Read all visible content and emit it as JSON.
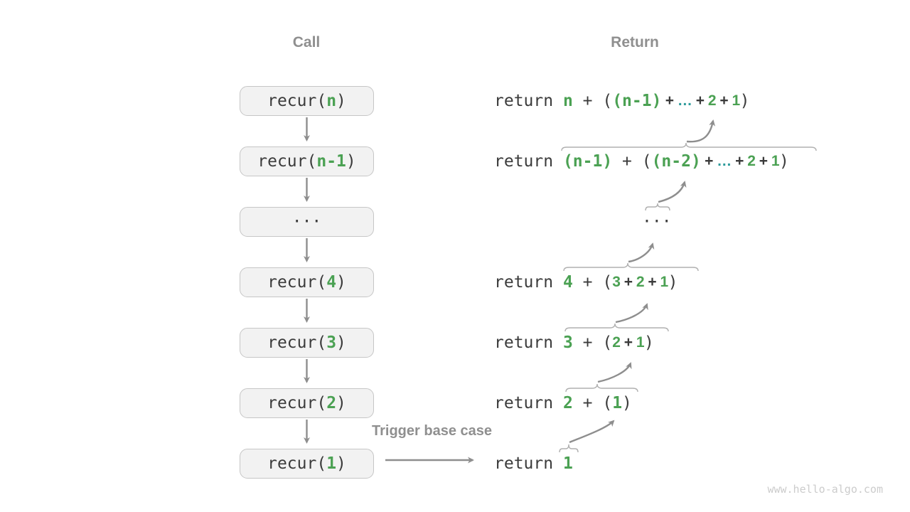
{
  "header": {
    "call": "Call",
    "return": "Return"
  },
  "trigger_label": "Trigger base case",
  "watermark": "www.hello-algo.com",
  "colors": {
    "green": "#4ba153",
    "teal": "#2e9b9b",
    "dark": "#3b3b3b",
    "gray": "#8f8f8f",
    "arrow": "#8e8e8e",
    "brace": "#b0b0b0",
    "box_fill": "#f2f2f2",
    "box_border": "#c6c6c6",
    "watermark": "#cccccc"
  },
  "call_boxes": [
    {
      "name": "recur-n",
      "segments": [
        {
          "t": "recur(",
          "c": "dark"
        },
        {
          "t": "n",
          "c": "green"
        },
        {
          "t": ")",
          "c": "dark"
        }
      ]
    },
    {
      "name": "recur-n-1",
      "segments": [
        {
          "t": "recur(",
          "c": "dark"
        },
        {
          "t": "n-1",
          "c": "green"
        },
        {
          "t": ")",
          "c": "dark"
        }
      ]
    },
    {
      "name": "ellipsis",
      "segments": [
        {
          "t": "···",
          "c": "dark"
        }
      ]
    },
    {
      "name": "recur-4",
      "segments": [
        {
          "t": "recur(",
          "c": "dark"
        },
        {
          "t": "4",
          "c": "green"
        },
        {
          "t": ")",
          "c": "dark"
        }
      ]
    },
    {
      "name": "recur-3",
      "segments": [
        {
          "t": "recur(",
          "c": "dark"
        },
        {
          "t": "3",
          "c": "green"
        },
        {
          "t": ")",
          "c": "dark"
        }
      ]
    },
    {
      "name": "recur-2",
      "segments": [
        {
          "t": "recur(",
          "c": "dark"
        },
        {
          "t": "2",
          "c": "green"
        },
        {
          "t": ")",
          "c": "dark"
        }
      ]
    },
    {
      "name": "recur-1",
      "segments": [
        {
          "t": "recur(",
          "c": "dark"
        },
        {
          "t": "1",
          "c": "green"
        },
        {
          "t": ")",
          "c": "dark"
        }
      ]
    }
  ],
  "return_lines": [
    {
      "name": "return-n",
      "segments": [
        {
          "t": "return ",
          "c": "dark"
        },
        {
          "t": "n",
          "c": "green"
        },
        {
          "t": " + (",
          "c": "dark"
        },
        {
          "t": "(n-1)",
          "c": "green"
        },
        {
          "t": " + ",
          "c": "dark",
          "f": "sans"
        },
        {
          "t": "…",
          "c": "teal",
          "f": "sans"
        },
        {
          "t": " + ",
          "c": "dark",
          "f": "sans"
        },
        {
          "t": "2",
          "c": "green",
          "f": "sans"
        },
        {
          "t": " + ",
          "c": "dark",
          "f": "sans"
        },
        {
          "t": "1",
          "c": "green",
          "f": "sans"
        },
        {
          "t": ")",
          "c": "dark"
        }
      ]
    },
    {
      "name": "return-n-1",
      "segments": [
        {
          "t": "return ",
          "c": "dark"
        },
        {
          "t": "(n-1)",
          "c": "green"
        },
        {
          "t": " + (",
          "c": "dark"
        },
        {
          "t": "(n-2)",
          "c": "green"
        },
        {
          "t": " + ",
          "c": "dark",
          "f": "sans"
        },
        {
          "t": "…",
          "c": "teal",
          "f": "sans"
        },
        {
          "t": " + ",
          "c": "dark",
          "f": "sans"
        },
        {
          "t": "2",
          "c": "green",
          "f": "sans"
        },
        {
          "t": " + ",
          "c": "dark",
          "f": "sans"
        },
        {
          "t": "1",
          "c": "green",
          "f": "sans"
        },
        {
          "t": ")",
          "c": "dark"
        }
      ]
    },
    {
      "name": "return-ellipsis",
      "segments": [
        {
          "t": "···",
          "c": "dark"
        }
      ]
    },
    {
      "name": "return-4",
      "segments": [
        {
          "t": "return ",
          "c": "dark"
        },
        {
          "t": "4",
          "c": "green"
        },
        {
          "t": " + (",
          "c": "dark"
        },
        {
          "t": "3",
          "c": "green",
          "f": "sans"
        },
        {
          "t": " + ",
          "c": "dark",
          "f": "sans"
        },
        {
          "t": "2",
          "c": "green",
          "f": "sans"
        },
        {
          "t": " + ",
          "c": "dark",
          "f": "sans"
        },
        {
          "t": "1",
          "c": "green",
          "f": "sans"
        },
        {
          "t": ")",
          "c": "dark"
        }
      ]
    },
    {
      "name": "return-3",
      "segments": [
        {
          "t": "return ",
          "c": "dark"
        },
        {
          "t": "3",
          "c": "green"
        },
        {
          "t": " + (",
          "c": "dark"
        },
        {
          "t": "2",
          "c": "green",
          "f": "sans"
        },
        {
          "t": " + ",
          "c": "dark",
          "f": "sans"
        },
        {
          "t": "1",
          "c": "green",
          "f": "sans"
        },
        {
          "t": ")",
          "c": "dark"
        }
      ]
    },
    {
      "name": "return-2",
      "segments": [
        {
          "t": "return ",
          "c": "dark"
        },
        {
          "t": "2",
          "c": "green"
        },
        {
          "t": " + (",
          "c": "dark"
        },
        {
          "t": "1",
          "c": "green"
        },
        {
          "t": ")",
          "c": "dark"
        }
      ]
    },
    {
      "name": "return-1",
      "segments": [
        {
          "t": "return ",
          "c": "dark"
        },
        {
          "t": "1",
          "c": "green"
        }
      ]
    }
  ]
}
